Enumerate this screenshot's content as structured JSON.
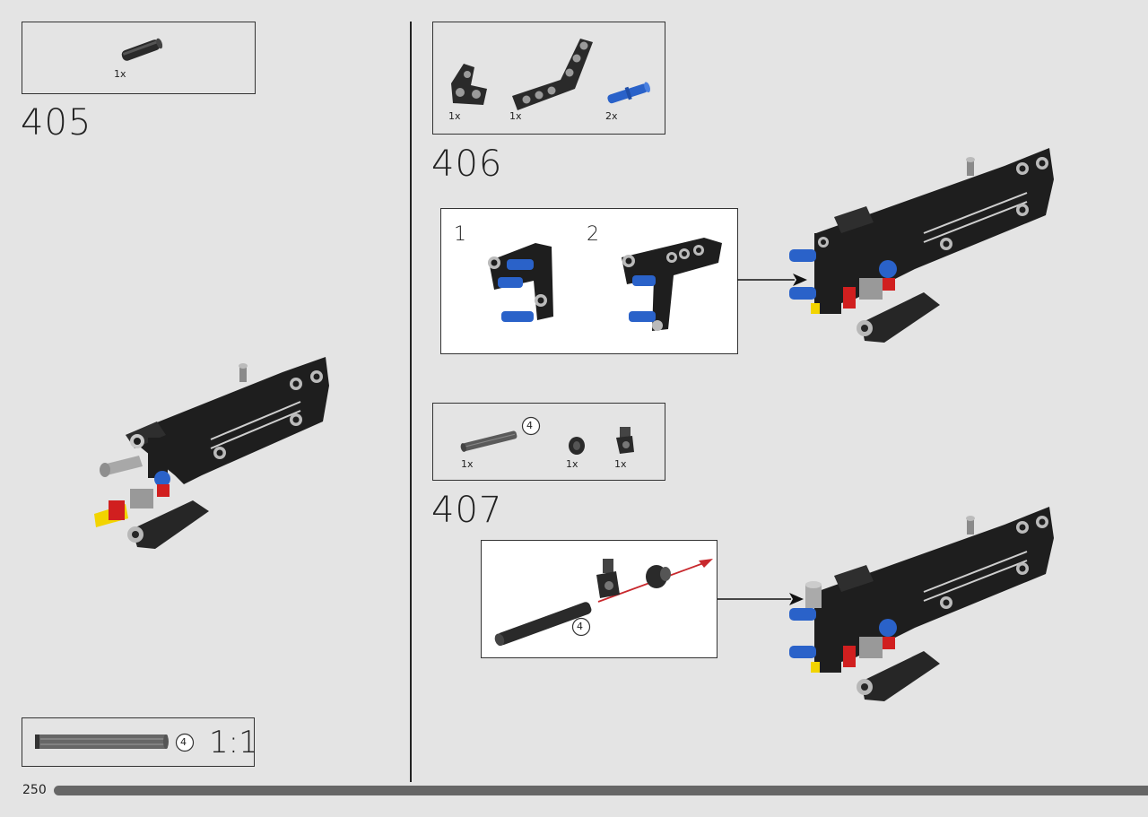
{
  "page": {
    "number": "250"
  },
  "steps": {
    "s405": {
      "number": "405",
      "parts": [
        {
          "qty": "1x",
          "icon": "axle-connector-icon"
        }
      ]
    },
    "s406": {
      "number": "406",
      "parts": [
        {
          "qty": "1x",
          "icon": "t-beam-icon"
        },
        {
          "qty": "1x",
          "icon": "angled-beam-icon"
        },
        {
          "qty": "2x",
          "icon": "blue-pin-icon"
        }
      ],
      "substeps": [
        "1",
        "2"
      ]
    },
    "s407": {
      "number": "407",
      "parts": [
        {
          "qty": "1x",
          "icon": "axle-4-icon",
          "length": "4"
        },
        {
          "qty": "1x",
          "icon": "bush-icon"
        },
        {
          "qty": "1x",
          "icon": "axle-pin-connector-icon"
        }
      ],
      "axle_length": "4"
    }
  },
  "scale_box": {
    "length": "4",
    "ratio": "1:1"
  },
  "colors": {
    "part_black": "#1e1e1e",
    "blue": "#2a62c9",
    "red": "#d11f1f",
    "yellow": "#f2d400",
    "grey": "#9a9a9a",
    "arrow_red": "#c8282d"
  }
}
